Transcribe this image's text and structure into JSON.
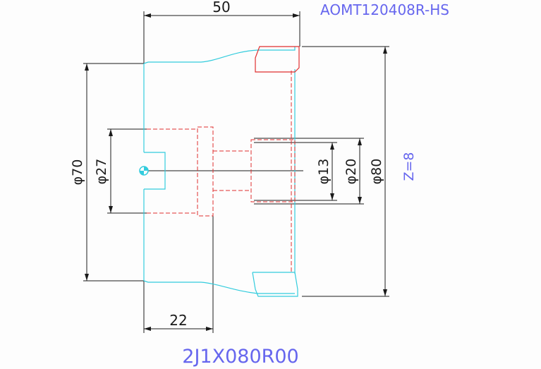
{
  "part_number": "2J1X080R00",
  "insert_code": "AOMT120408R-HS",
  "teeth_count": "Z=8",
  "dimensions": {
    "overall_length": "50",
    "hub_length": "22",
    "body_diameter": "φ70",
    "bore_diameter": "φ27",
    "small_bore": "φ13",
    "counterbore": "φ20",
    "cutting_diameter": "φ80"
  },
  "colors": {
    "profile": "#33ccdd",
    "hidden": "#e03030",
    "dimension": "#111111",
    "label": "#6666ee"
  }
}
